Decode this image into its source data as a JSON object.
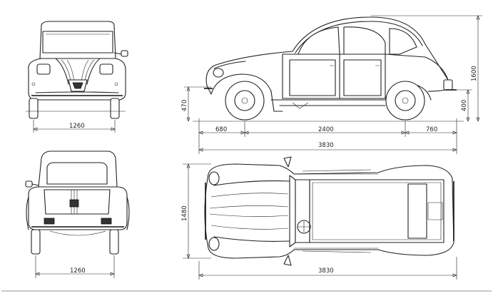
{
  "dimensions": {
    "front_track": "1260",
    "rear_track": "1260",
    "front_overhang": "680",
    "wheelbase": "2400",
    "rear_overhang": "760",
    "overall_length_side": "3830",
    "overall_length_top": "3830",
    "overall_width_top": "1480",
    "overall_height": "1600",
    "front_bumper_height": "470",
    "rear_bumper_height": "400"
  }
}
